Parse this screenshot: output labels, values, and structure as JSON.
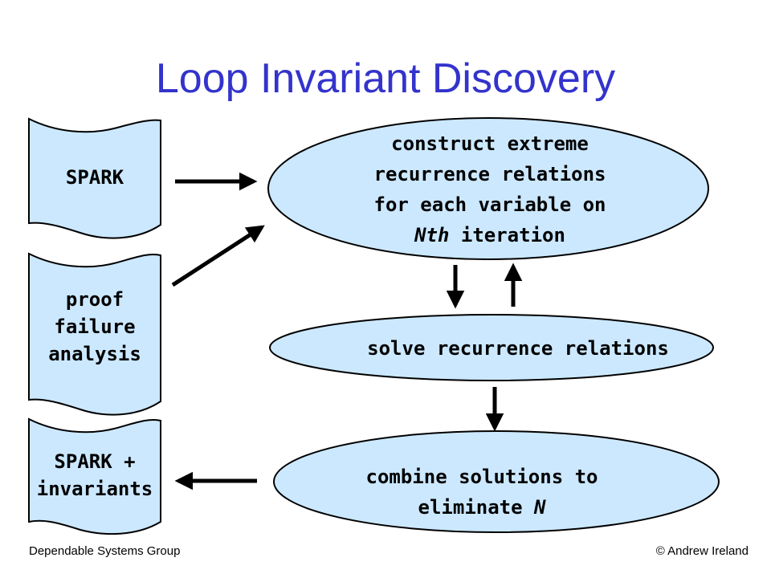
{
  "title": "Loop Invariant Discovery",
  "documents": {
    "spark": "SPARK",
    "proof_line1": "proof",
    "proof_line2": "failure",
    "proof_line3": "analysis",
    "inv_line1": "SPARK +",
    "inv_line2": "invariants"
  },
  "ellipses": {
    "construct_line1": "construct extreme",
    "construct_line2": "recurrence relations",
    "construct_line3": "for each variable on",
    "construct_line4_italic": "Nth",
    "construct_line4_rest": " iteration",
    "solve": "solve recurrence relations",
    "combine_line1": "combine solutions to",
    "combine_line2_prefix": "eliminate ",
    "combine_line2_italic": "N"
  },
  "footer": {
    "left": "Dependable Systems Group",
    "right": "© Andrew Ireland"
  },
  "colors": {
    "title": "#3333cc",
    "fill": "#cce8ff"
  }
}
